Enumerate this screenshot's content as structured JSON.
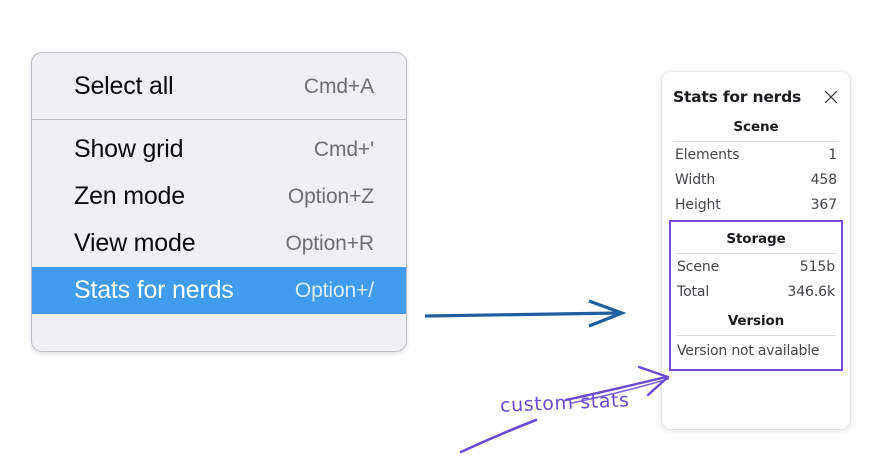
{
  "menu": {
    "groups": [
      {
        "items": [
          {
            "label": "Select all",
            "shortcut": "Cmd+A",
            "selected": false
          }
        ]
      },
      {
        "items": [
          {
            "label": "Show grid",
            "shortcut": "Cmd+'",
            "selected": false
          },
          {
            "label": "Zen mode",
            "shortcut": "Option+Z",
            "selected": false
          },
          {
            "label": "View mode",
            "shortcut": "Option+R",
            "selected": false
          },
          {
            "label": "Stats for nerds",
            "shortcut": "Option+/",
            "selected": true
          }
        ]
      }
    ]
  },
  "stats_panel": {
    "title": "Stats for nerds",
    "close_icon": "close-icon",
    "sections": [
      {
        "heading": "Scene",
        "rows": [
          {
            "key": "Elements",
            "value": "1"
          },
          {
            "key": "Width",
            "value": "458"
          },
          {
            "key": "Height",
            "value": "367"
          }
        ]
      },
      {
        "heading": "Storage",
        "rows": [
          {
            "key": "Scene",
            "value": "515b"
          },
          {
            "key": "Total",
            "value": "346.6k"
          }
        ]
      },
      {
        "heading": "Version",
        "text": "Version not available"
      }
    ]
  },
  "annotations": {
    "note_text": "custom stats",
    "note_color": "#6a4ad0",
    "arrow_color": "#1f5fa0",
    "highlight_color": "#7a4fd6"
  }
}
